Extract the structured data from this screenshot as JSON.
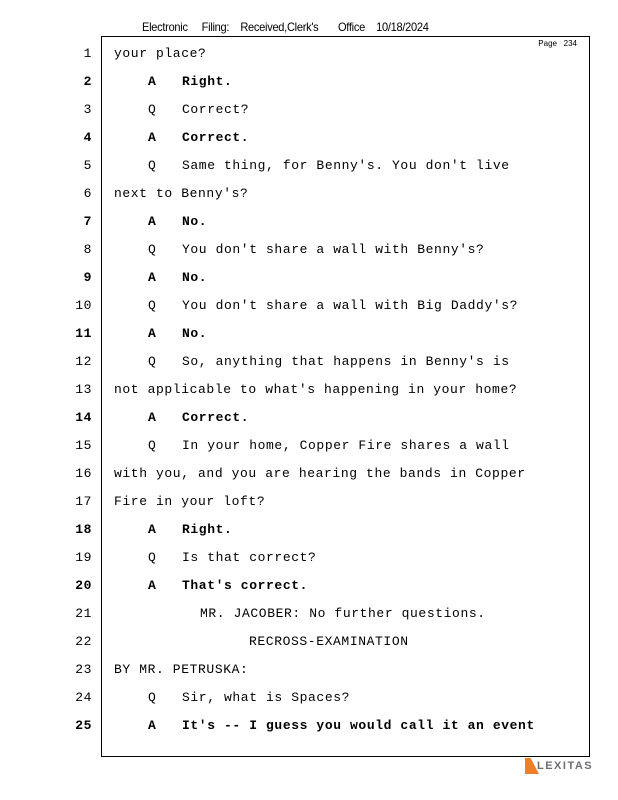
{
  "header": "Electronic     Filing:    Received,Clerk's       Office    10/18/2024",
  "page_label": "Page   234",
  "logo": "LEXITAS",
  "lines": [
    {
      "n": "1",
      "kind": "full",
      "text": "your place?"
    },
    {
      "n": "2",
      "kind": "qa",
      "bold": true,
      "speaker": "A",
      "text": "Right."
    },
    {
      "n": "3",
      "kind": "qa",
      "speaker": "Q",
      "text": "Correct?"
    },
    {
      "n": "4",
      "kind": "qa",
      "bold": true,
      "speaker": "A",
      "text": "Correct."
    },
    {
      "n": "5",
      "kind": "qa",
      "speaker": "Q",
      "text": "Same thing, for Benny's. You don't live"
    },
    {
      "n": "6",
      "kind": "full",
      "text": "next to Benny's?"
    },
    {
      "n": "7",
      "kind": "qa",
      "bold": true,
      "speaker": "A",
      "text": "No."
    },
    {
      "n": "8",
      "kind": "qa",
      "speaker": "Q",
      "text": "You don't share a wall with Benny's?"
    },
    {
      "n": "9",
      "kind": "qa",
      "bold": true,
      "speaker": "A",
      "text": "No."
    },
    {
      "n": "10",
      "kind": "qa",
      "speaker": "Q",
      "text": "You don't share a wall with Big Daddy's?"
    },
    {
      "n": "11",
      "kind": "qa",
      "bold": true,
      "speaker": "A",
      "text": "No."
    },
    {
      "n": "12",
      "kind": "qa",
      "speaker": "Q",
      "text": "So, anything that happens in Benny's is"
    },
    {
      "n": "13",
      "kind": "full",
      "text": "not applicable to what's happening in your home?"
    },
    {
      "n": "14",
      "kind": "qa",
      "bold": true,
      "speaker": "A",
      "text": "Correct."
    },
    {
      "n": "15",
      "kind": "qa",
      "speaker": "Q",
      "text": "In your home, Copper Fire shares a wall"
    },
    {
      "n": "16",
      "kind": "full",
      "text": "with you, and you are hearing the bands in Copper"
    },
    {
      "n": "17",
      "kind": "full",
      "text": "Fire in your loft?"
    },
    {
      "n": "18",
      "kind": "qa",
      "bold": true,
      "speaker": "A",
      "text": "Right."
    },
    {
      "n": "19",
      "kind": "qa",
      "speaker": "Q",
      "text": "Is that correct?"
    },
    {
      "n": "20",
      "kind": "qa",
      "bold": true,
      "speaker": "A",
      "text": "That's correct."
    },
    {
      "n": "21",
      "kind": "coll",
      "text": "MR. JACOBER: No further questions."
    },
    {
      "n": "22",
      "kind": "center",
      "text": "RECROSS-EXAMINATION"
    },
    {
      "n": "23",
      "kind": "full",
      "text": "BY MR. PETRUSKA:"
    },
    {
      "n": "24",
      "kind": "qa",
      "speaker": "Q",
      "text": "Sir, what is Spaces?"
    },
    {
      "n": "25",
      "kind": "qa",
      "bold": true,
      "speaker": "A",
      "text": "It's -- I guess you would call it an event"
    }
  ]
}
